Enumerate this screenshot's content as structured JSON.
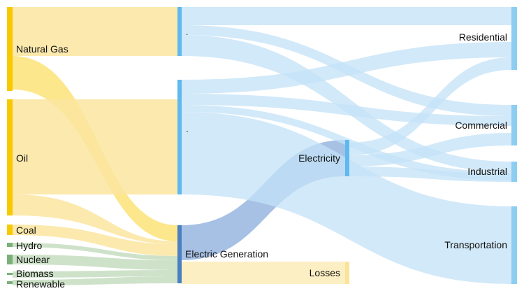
{
  "colors": {
    "fossil_flow": "#fce5a0",
    "fossil_node": "#f9c900",
    "electric_flow": "#98b6e0",
    "use_flow": "#c3e1f7",
    "use_node": "#8ccdf2",
    "loss_flow": "#fdefc4",
    "loss_node": "#fbe39a",
    "renew_flow": "#c9dfc3",
    "renew_node": "#7ab07a",
    "gen_node": "#4a7fc0",
    "elec_node": "#5fb9ef"
  },
  "nodes": {
    "natural_gas": "Natural Gas",
    "oil": "Oil",
    "coal": "Coal",
    "hydro": "Hydro",
    "nuclear": "Nuclear",
    "biomass": "Biomass",
    "renewable": "Renewable",
    "electric_generation": "Electric Generation",
    "electricity": "Electricity",
    "losses": "Losses",
    "residential": "Residential",
    "commercial": "Commercial",
    "industrial": "Industrial",
    "transportation": "Transportation"
  },
  "marks": {
    "gas_hub": ".",
    "oil_hub": "`"
  }
}
